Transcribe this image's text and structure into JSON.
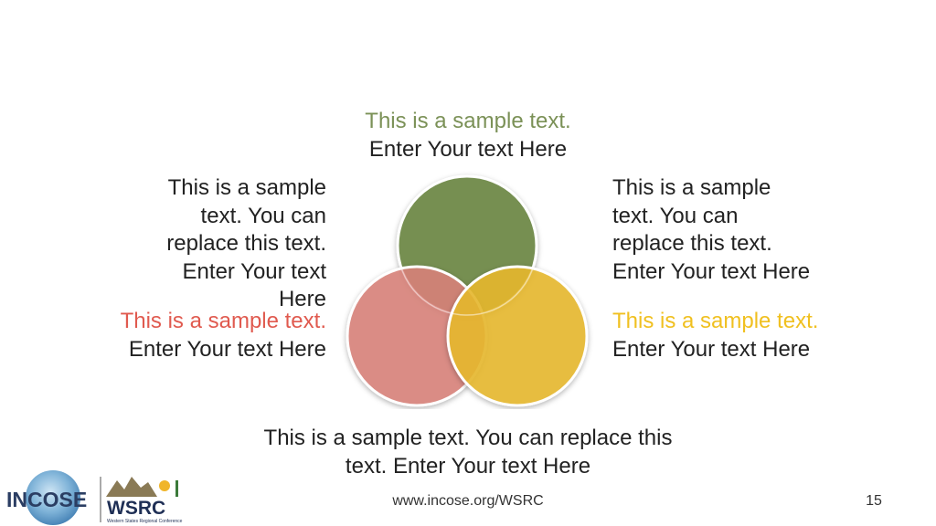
{
  "slide": {
    "top_caption": {
      "line1": "This is a sample text.",
      "line2": "Enter Your text Here"
    },
    "left_text": {
      "line1": "This is a sample",
      "line2": "text. You can",
      "line3": "replace this text.",
      "line4": "Enter Your text",
      "line5": "Here"
    },
    "right_text": {
      "line1": "This is a sample",
      "line2": "text. You can",
      "line3": "replace this text.",
      "line4": "Enter Your text Here"
    },
    "left_caption": {
      "line1": "This is a sample text.",
      "line2": "Enter Your text Here"
    },
    "right_caption": {
      "line1": "This is a sample text.",
      "line2": "Enter Your text Here"
    },
    "bottom_text": {
      "line1": "This is a sample text. You can replace this",
      "line2": "text. Enter Your text Here"
    }
  },
  "colors": {
    "green_circle": "#768f51",
    "red_circle": "#d9837b",
    "yellow_circle": "#e8b92c",
    "top_caption_accent": "#7b9157",
    "left_caption_accent": "#e05a4f",
    "right_caption_accent": "#f0c020"
  },
  "footer": {
    "logo_incose": "INCOSE",
    "logo_wsrc": "WSRC",
    "logo_wsrc_subtitle": "Western States Regional Conference",
    "url": "www.incose.org/WSRC",
    "page_number": "15"
  }
}
